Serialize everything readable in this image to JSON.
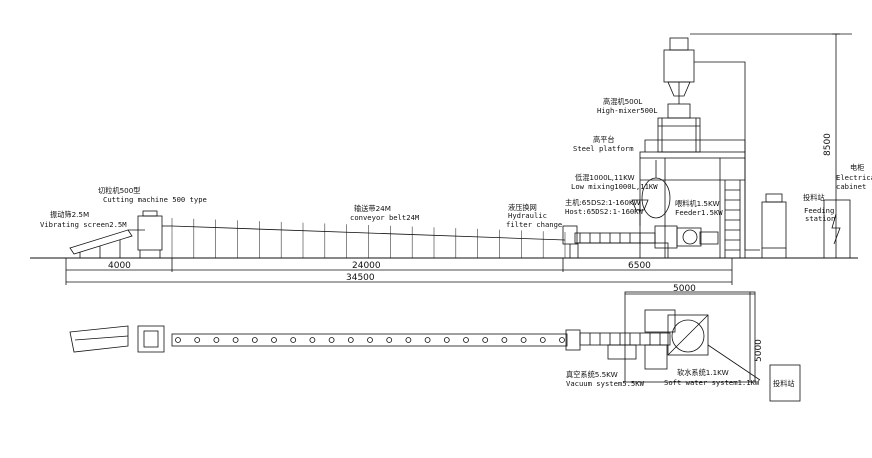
{
  "labels": {
    "vibrating_cn": "振动筛2.5M",
    "vibrating_en": "Vibrating screen2.5M",
    "cutting_cn": "切粒机500型",
    "cutting_en": "Cutting machine 500 type",
    "conveyor_cn": "输送带24M",
    "conveyor_en": "conveyor belt24M",
    "hydraulic_cn": "液压换网",
    "hydraulic_en1": "Hydraulic",
    "hydraulic_en2": "filter change",
    "host_cn": "主机:65DS2:1-160KW",
    "host_en": "Host:65DS2:1-160KW",
    "low_cn": "低混1000L,11KW",
    "low_en": "Low mixing1000L,11KW",
    "feeder_cn": "喂料机1.5KW",
    "feeder_en": "Feeder1.5KW",
    "platform_cn": "高平台",
    "platform_en": "Steel platform",
    "high_cn": "高混机500L",
    "high_en": "High-mixer500L",
    "feeding_cn": "投料站",
    "feeding_en1": "Feeding",
    "feeding_en2": "station",
    "cabinet_cn": "电柜",
    "cabinet_en1": "Electrica",
    "cabinet_en2": "cabinet",
    "vacuum_cn": "真空系统5.5KW",
    "vacuum_en": "Vacuum system5.5KW",
    "water_cn": "软水系统1.1KW",
    "water_en": "Soft water system1.1KW",
    "plan_feeding_cn": "投料站"
  },
  "dimensions": {
    "d4000": "4000",
    "d24000": "24000",
    "d6500": "6500",
    "d34500": "34500",
    "d5000_w": "5000",
    "d5000_h": "5000",
    "d8500": "8500"
  }
}
